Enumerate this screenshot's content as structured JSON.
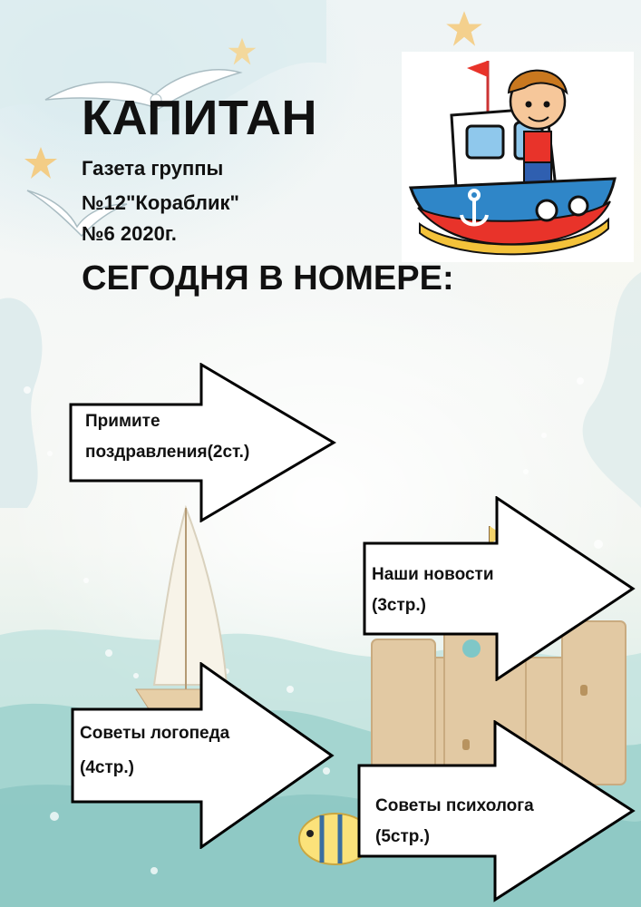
{
  "masthead": {
    "title": "КАПИТАН",
    "subtitle_lines": [
      "Газета группы",
      "№12\"Кораблик\"",
      "№6 2020г."
    ]
  },
  "contents": {
    "heading": "СЕГОДНЯ В НОМЕРЕ:",
    "items": [
      {
        "line1": "Примите",
        "line2": "поздравления(2ст.)"
      },
      {
        "line1": "Наши новости",
        "line2": "(3стр.)"
      },
      {
        "line1": "Советы логопеда",
        "line2": "(4стр.)"
      },
      {
        "line1": "Советы психолога",
        "line2": "(5стр.)"
      }
    ]
  },
  "colors": {
    "text": "#111111",
    "arrow_outline": "#000000",
    "boat_hull": "#e8332a",
    "boat_cabin": "#2f86c8",
    "sea": "#9fd3cf",
    "sand": "#e2c9a3"
  },
  "icons": [
    "seagull-icon",
    "starfish-icon",
    "sailboat-icon",
    "sand-castle-icon",
    "fish-icon",
    "boy-on-boat-icon"
  ]
}
